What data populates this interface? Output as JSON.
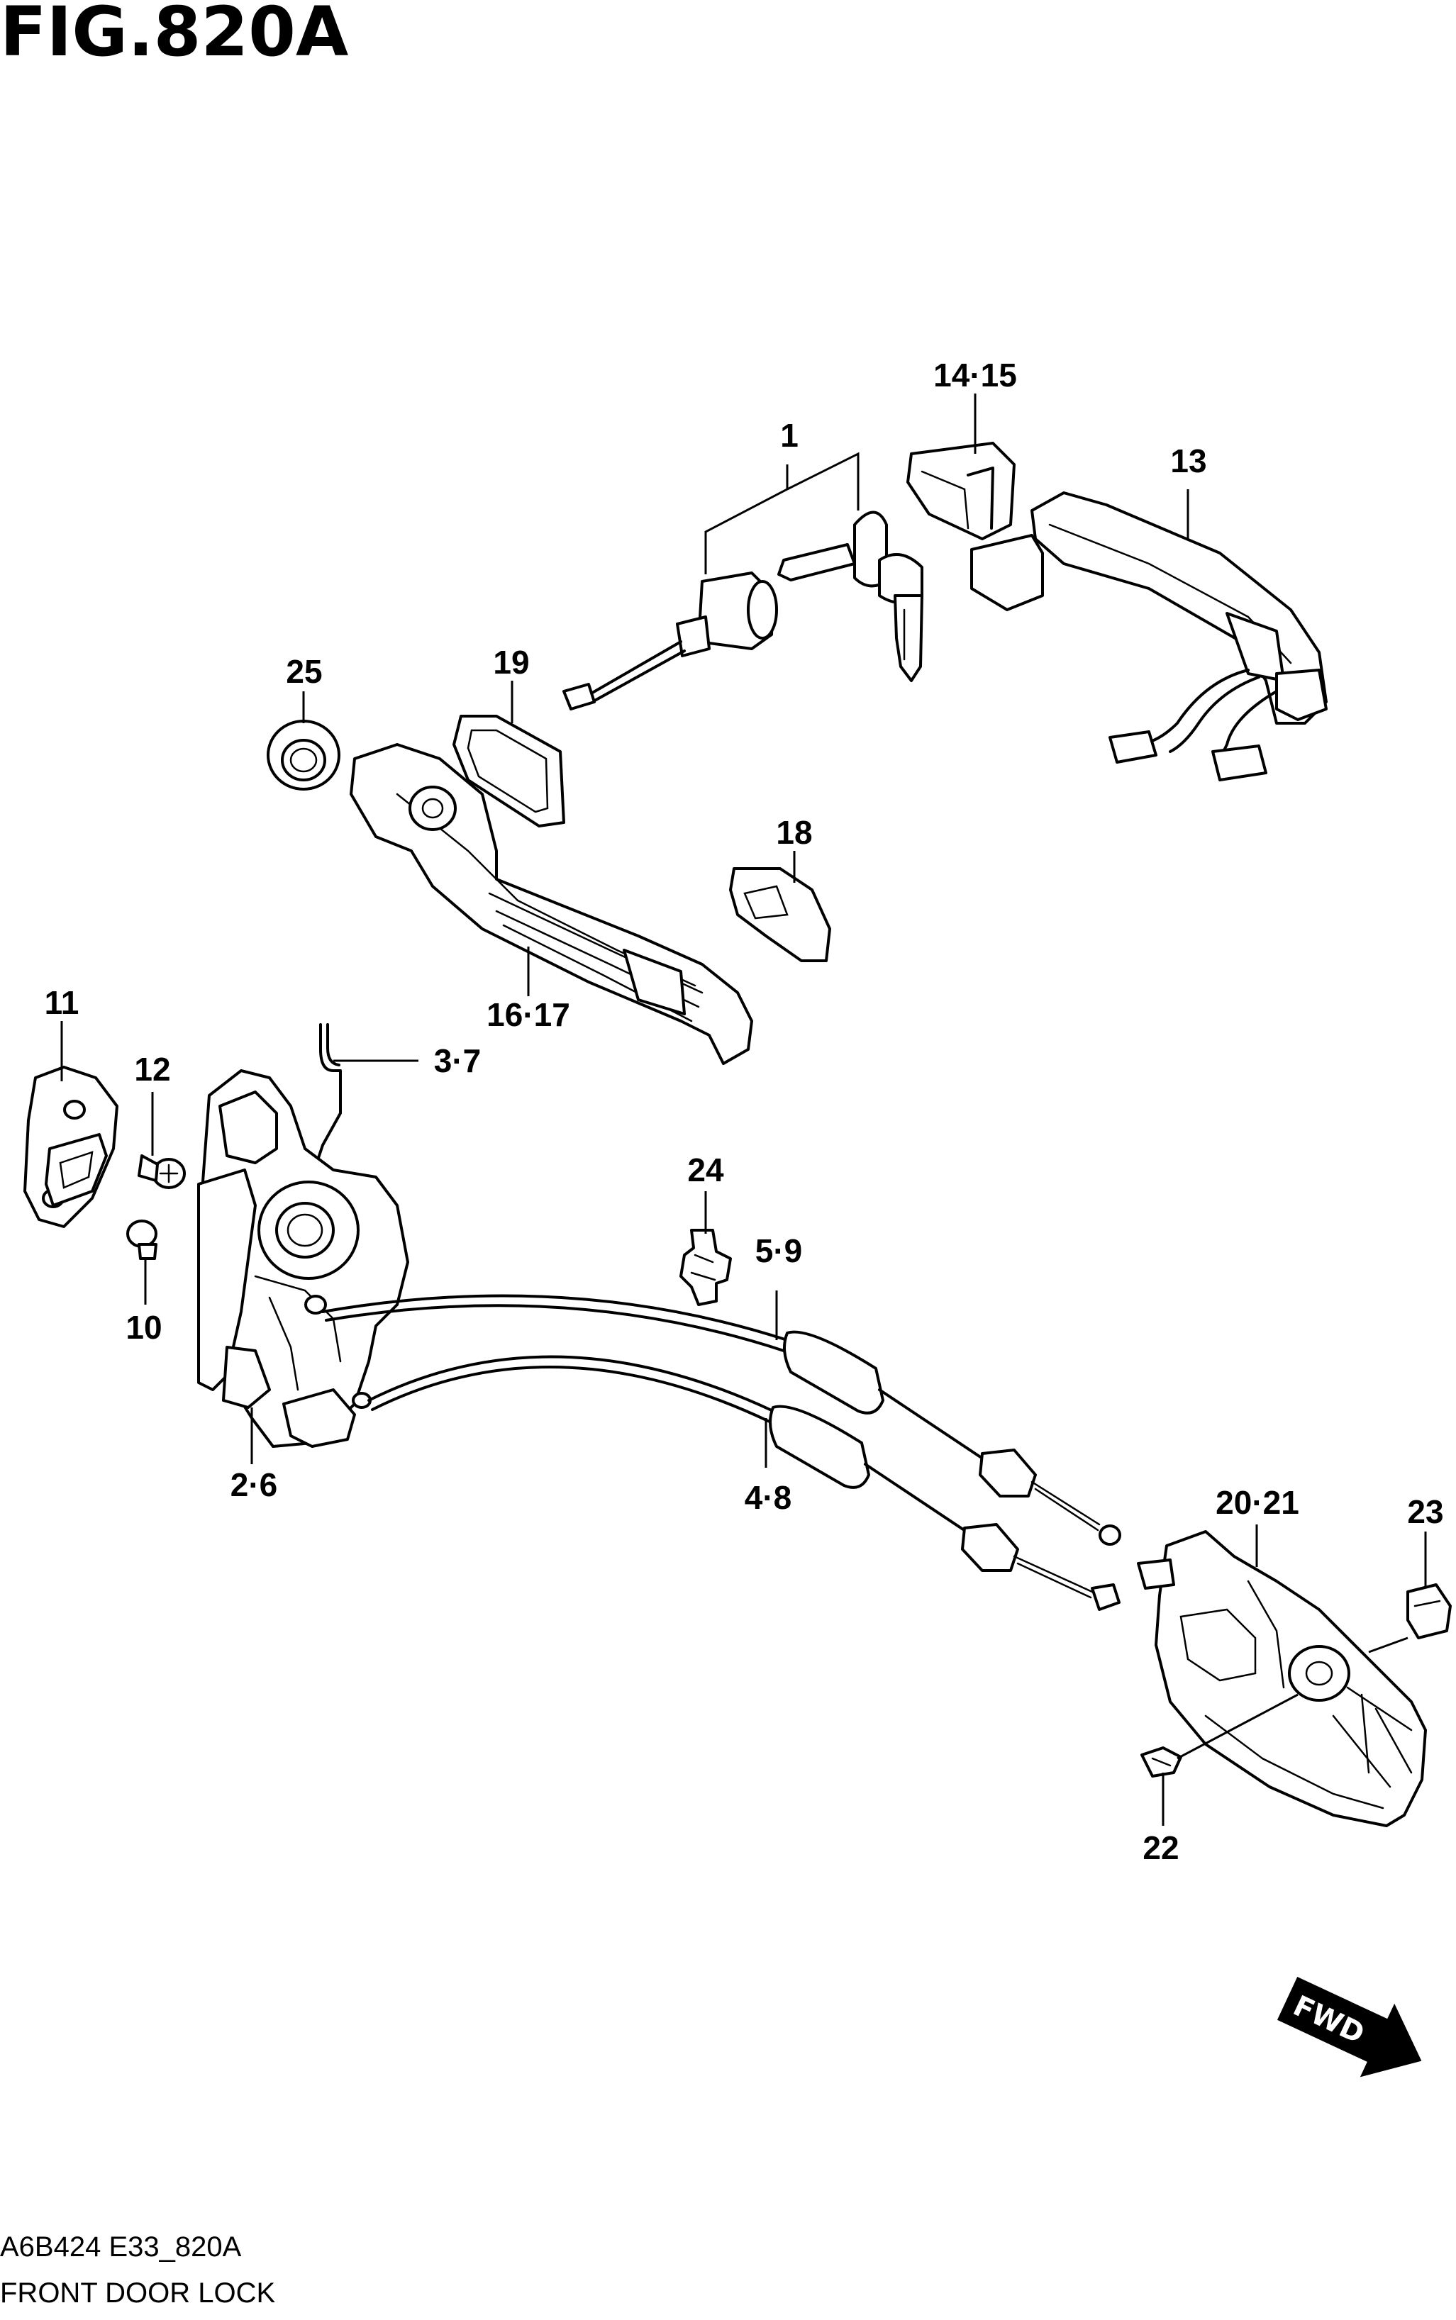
{
  "figure": {
    "title": "FIG.820A",
    "code": "A6B424 E33_820A",
    "name": "FRONT DOOR LOCK",
    "direction_label": "FWD"
  },
  "callouts": [
    {
      "id": "c1",
      "label": "1"
    },
    {
      "id": "c14-15",
      "label": "14·15"
    },
    {
      "id": "c13",
      "label": "13"
    },
    {
      "id": "c25",
      "label": "25"
    },
    {
      "id": "c19",
      "label": "19"
    },
    {
      "id": "c18",
      "label": "18"
    },
    {
      "id": "c16-17",
      "label": "16·17"
    },
    {
      "id": "c11",
      "label": "11"
    },
    {
      "id": "c12",
      "label": "12"
    },
    {
      "id": "c3-7",
      "label": "3·7"
    },
    {
      "id": "c10",
      "label": "10"
    },
    {
      "id": "c24",
      "label": "24"
    },
    {
      "id": "c5-9",
      "label": "5·9"
    },
    {
      "id": "c2-6",
      "label": "2·6"
    },
    {
      "id": "c4-8",
      "label": "4·8"
    },
    {
      "id": "c20-21",
      "label": "20·21"
    },
    {
      "id": "c23",
      "label": "23"
    },
    {
      "id": "c22",
      "label": "22"
    }
  ]
}
